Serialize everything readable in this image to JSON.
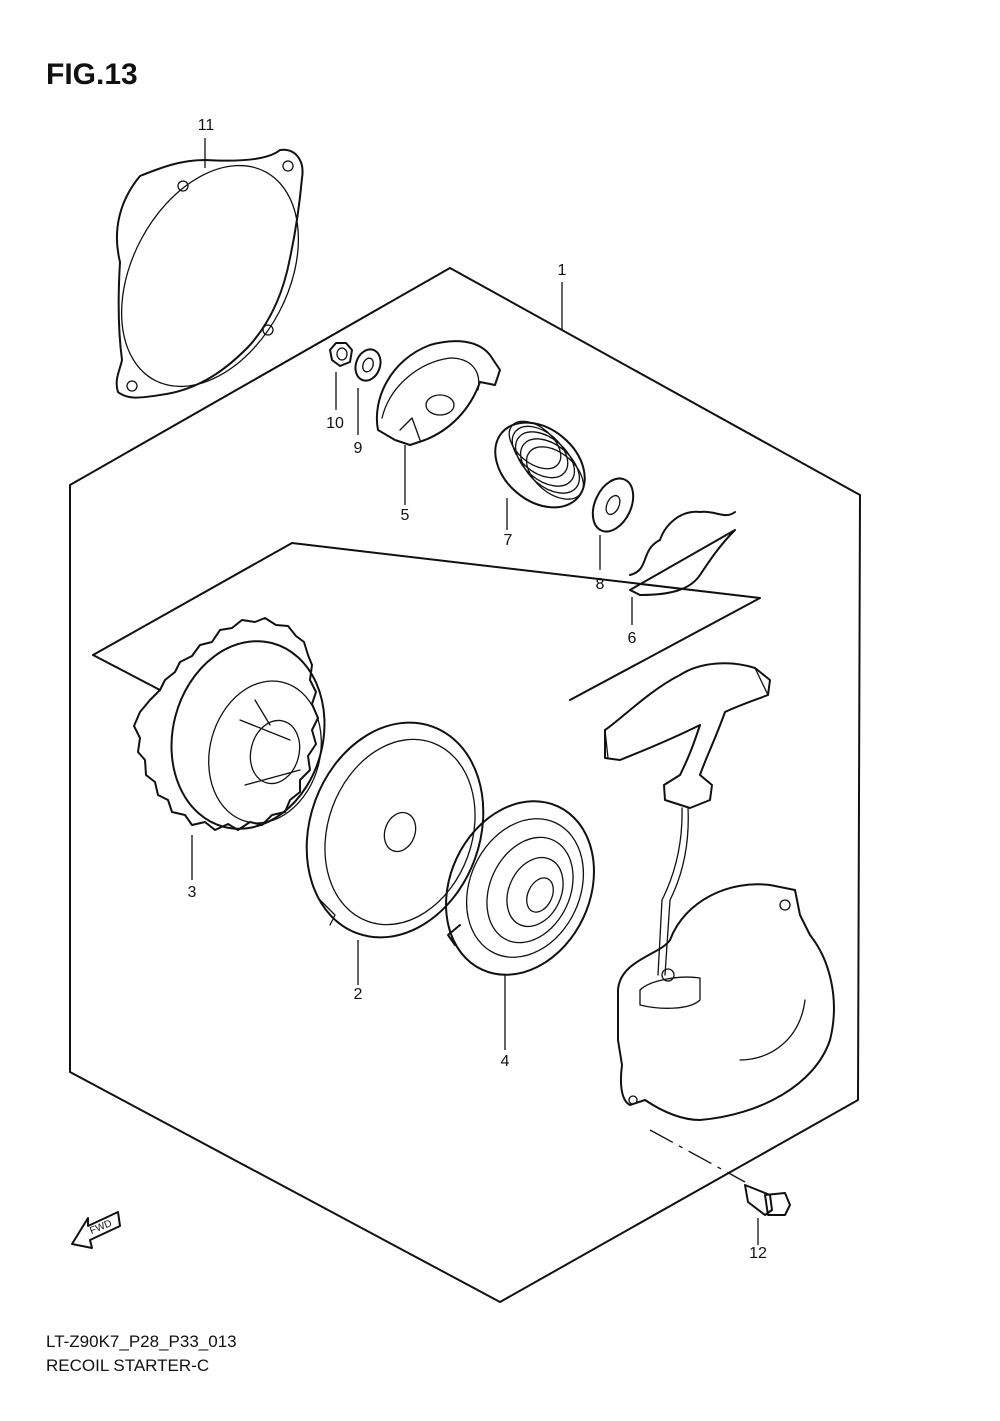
{
  "figure": {
    "title": "FIG.13"
  },
  "footer": {
    "code": "LT-Z90K7_P28_P33_013",
    "caption": "RECOIL STARTER-C"
  },
  "callouts": [
    {
      "id": "1",
      "part": "recoil-starter-assembly"
    },
    {
      "id": "2",
      "part": "reel"
    },
    {
      "id": "3",
      "part": "drive-gear"
    },
    {
      "id": "4",
      "part": "recoil-spring"
    },
    {
      "id": "5",
      "part": "ratchet-guide"
    },
    {
      "id": "6",
      "part": "friction-spring"
    },
    {
      "id": "7",
      "part": "return-spring"
    },
    {
      "id": "8",
      "part": "washer"
    },
    {
      "id": "9",
      "part": "washer-small"
    },
    {
      "id": "10",
      "part": "nut"
    },
    {
      "id": "11",
      "part": "gasket"
    },
    {
      "id": "12",
      "part": "bolt"
    }
  ],
  "fwd_arrow": {
    "label": "FWD",
    "icon": "fwd-arrow-icon"
  },
  "colors": {
    "line": "#111111",
    "background": "#ffffff"
  }
}
